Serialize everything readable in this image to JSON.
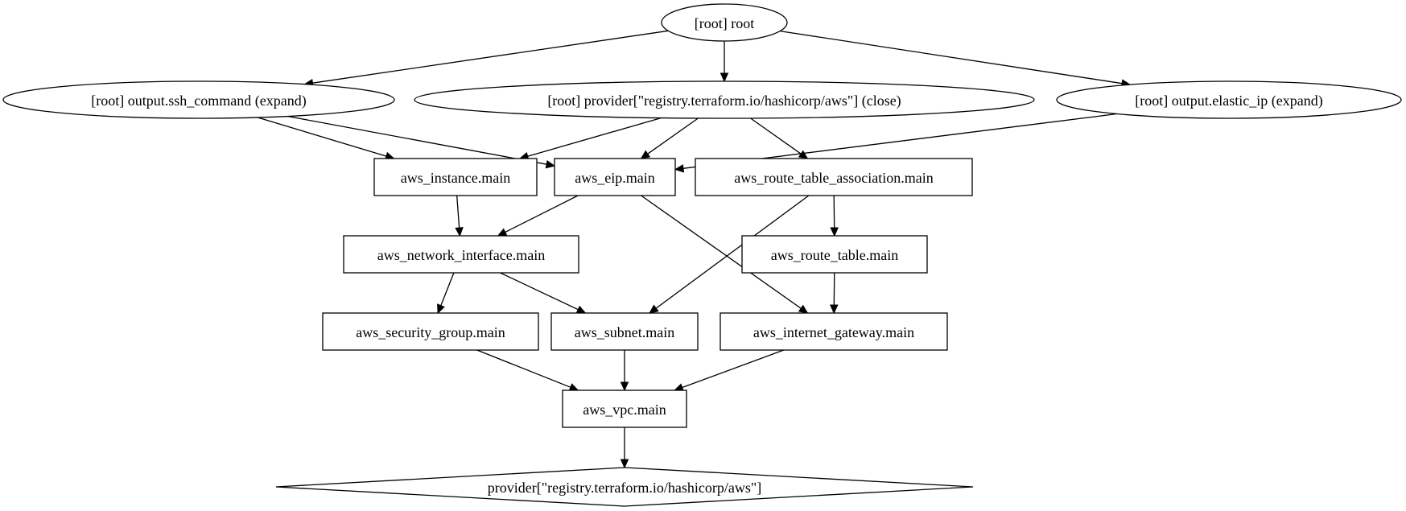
{
  "graph": {
    "nodes": [
      {
        "id": "root",
        "label": "[root] root",
        "shape": "ellipse"
      },
      {
        "id": "out_ssh",
        "label": "[root] output.ssh_command (expand)",
        "shape": "ellipse"
      },
      {
        "id": "prov_close",
        "label": "[root] provider[\"registry.terraform.io/hashicorp/aws\"] (close)",
        "shape": "ellipse"
      },
      {
        "id": "out_eip",
        "label": "[root] output.elastic_ip (expand)",
        "shape": "ellipse"
      },
      {
        "id": "instance",
        "label": "aws_instance.main",
        "shape": "box"
      },
      {
        "id": "eip",
        "label": "aws_eip.main",
        "shape": "box"
      },
      {
        "id": "rta",
        "label": "aws_route_table_association.main",
        "shape": "box"
      },
      {
        "id": "eni",
        "label": "aws_network_interface.main",
        "shape": "box"
      },
      {
        "id": "rt",
        "label": "aws_route_table.main",
        "shape": "box"
      },
      {
        "id": "sg",
        "label": "aws_security_group.main",
        "shape": "box"
      },
      {
        "id": "subnet",
        "label": "aws_subnet.main",
        "shape": "box"
      },
      {
        "id": "igw",
        "label": "aws_internet_gateway.main",
        "shape": "box"
      },
      {
        "id": "vpc",
        "label": "aws_vpc.main",
        "shape": "box"
      },
      {
        "id": "provider",
        "label": "provider[\"registry.terraform.io/hashicorp/aws\"]",
        "shape": "diamond"
      }
    ],
    "edges": [
      {
        "from": "root",
        "to": "out_ssh"
      },
      {
        "from": "root",
        "to": "prov_close"
      },
      {
        "from": "root",
        "to": "out_eip"
      },
      {
        "from": "out_ssh",
        "to": "instance"
      },
      {
        "from": "out_ssh",
        "to": "eip"
      },
      {
        "from": "prov_close",
        "to": "instance"
      },
      {
        "from": "prov_close",
        "to": "eip"
      },
      {
        "from": "prov_close",
        "to": "rta"
      },
      {
        "from": "out_eip",
        "to": "eip"
      },
      {
        "from": "instance",
        "to": "eni"
      },
      {
        "from": "eip",
        "to": "eni"
      },
      {
        "from": "eip",
        "to": "igw"
      },
      {
        "from": "rta",
        "to": "subnet"
      },
      {
        "from": "rta",
        "to": "rt"
      },
      {
        "from": "eni",
        "to": "sg"
      },
      {
        "from": "eni",
        "to": "subnet"
      },
      {
        "from": "rt",
        "to": "igw"
      },
      {
        "from": "sg",
        "to": "vpc"
      },
      {
        "from": "subnet",
        "to": "vpc"
      },
      {
        "from": "igw",
        "to": "vpc"
      },
      {
        "from": "vpc",
        "to": "provider"
      }
    ]
  }
}
